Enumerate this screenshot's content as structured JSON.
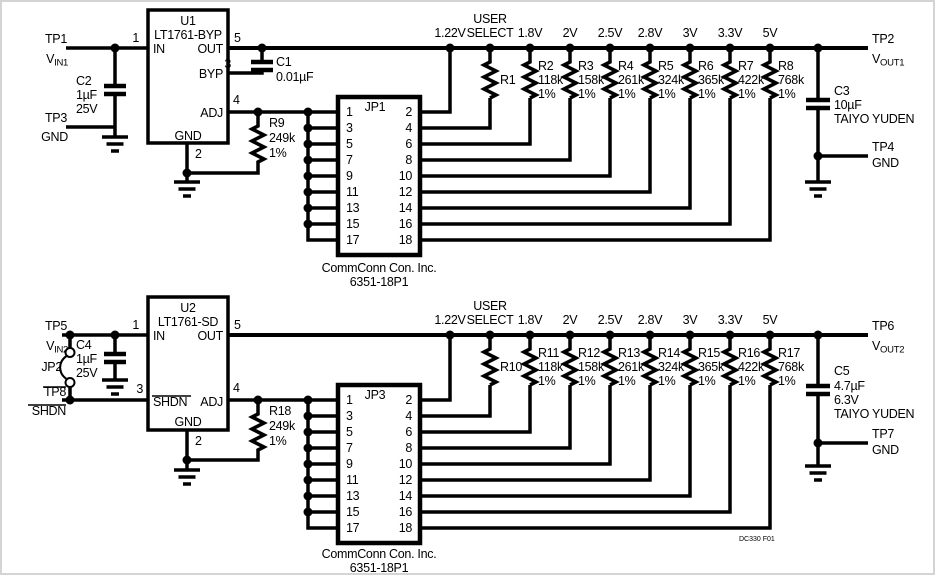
{
  "rails": {
    "user": "USER",
    "labels": [
      "1.22V",
      "SELECT",
      "1.8V",
      "2V",
      "2.5V",
      "2.8V",
      "3V",
      "3.3V",
      "5V"
    ]
  },
  "vendor": {
    "line1": "CommConn Con. Inc.",
    "line2": "6351-18P1"
  },
  "footer": {
    "code": "DC330 F01"
  },
  "c1": {
    "tp_in": {
      "name": "TP1",
      "v": "V",
      "v_sub": "IN1"
    },
    "tp_in_gnd": {
      "name": "TP3",
      "label": "GND"
    },
    "cap_in": {
      "ref": "C2",
      "value": "1µF",
      "rating": "25V"
    },
    "reg": {
      "ref": "U1",
      "part": "LT1761-BYP",
      "pin_in": "IN",
      "pin_out": "OUT",
      "pin_byp": "BYP",
      "pin_adj": "ADJ",
      "pin_gnd": "GND",
      "n_in": "1",
      "n_out": "5",
      "n_byp": "3",
      "n_adj": "4",
      "n_gnd": "2"
    },
    "cap_byp": {
      "ref": "C1",
      "value": "0.01µF"
    },
    "r_adj": {
      "ref": "R9",
      "value": "249k",
      "tol": "1%"
    },
    "conn": {
      "ref": "JP1",
      "left": [
        "1",
        "3",
        "5",
        "7",
        "9",
        "11",
        "13",
        "15",
        "17"
      ],
      "right": [
        "2",
        "4",
        "6",
        "8",
        "10",
        "12",
        "14",
        "16",
        "18"
      ]
    },
    "ladder": [
      {
        "ref": "R1"
      },
      {
        "ref": "R2",
        "value": "118k",
        "tol": "1%"
      },
      {
        "ref": "R3",
        "value": "158k",
        "tol": "1%"
      },
      {
        "ref": "R4",
        "value": "261k",
        "tol": "1%"
      },
      {
        "ref": "R5",
        "value": "324k",
        "tol": "1%"
      },
      {
        "ref": "R6",
        "value": "365k",
        "tol": "1%"
      },
      {
        "ref": "R7",
        "value": "422k",
        "tol": "1%"
      },
      {
        "ref": "R8",
        "value": "768k",
        "tol": "1%"
      }
    ],
    "cap_out": {
      "ref": "C3",
      "value": "10µF",
      "mfr": "TAIYO YUDEN"
    },
    "tp_out": {
      "name": "TP2",
      "v": "V",
      "v_sub": "OUT1"
    },
    "tp_out_gnd": {
      "name": "TP4",
      "label": "GND"
    }
  },
  "c2": {
    "tp_in": {
      "name": "TP5",
      "v": "V",
      "v_sub": "IN2"
    },
    "jumper": {
      "ref": "JP2"
    },
    "tp_shdn": {
      "name": "TP8",
      "label": "SHDN"
    },
    "cap_in": {
      "ref": "C4",
      "value": "1µF",
      "rating": "25V"
    },
    "reg": {
      "ref": "U2",
      "part": "LT1761-SD",
      "pin_in": "IN",
      "pin_out": "OUT",
      "pin_shdn": "SHDN",
      "pin_adj": "ADJ",
      "pin_gnd": "GND",
      "n_in": "1",
      "n_out": "5",
      "n_shdn": "3",
      "n_adj": "4",
      "n_gnd": "2"
    },
    "r_adj": {
      "ref": "R18",
      "value": "249k",
      "tol": "1%"
    },
    "conn": {
      "ref": "JP3",
      "left": [
        "1",
        "3",
        "5",
        "7",
        "9",
        "11",
        "13",
        "15",
        "17"
      ],
      "right": [
        "2",
        "4",
        "6",
        "8",
        "10",
        "12",
        "14",
        "16",
        "18"
      ]
    },
    "ladder": [
      {
        "ref": "R10"
      },
      {
        "ref": "R11",
        "value": "118k",
        "tol": "1%"
      },
      {
        "ref": "R12",
        "value": "158k",
        "tol": "1%"
      },
      {
        "ref": "R13",
        "value": "261k",
        "tol": "1%"
      },
      {
        "ref": "R14",
        "value": "324k",
        "tol": "1%"
      },
      {
        "ref": "R15",
        "value": "365k",
        "tol": "1%"
      },
      {
        "ref": "R16",
        "value": "422k",
        "tol": "1%"
      },
      {
        "ref": "R17",
        "value": "768k",
        "tol": "1%"
      }
    ],
    "cap_out": {
      "ref": "C5",
      "value": "4.7µF",
      "rating": "6.3V",
      "mfr": "TAIYO YUDEN"
    },
    "tp_out": {
      "name": "TP6",
      "v": "V",
      "v_sub": "OUT2"
    },
    "tp_out_gnd": {
      "name": "TP7",
      "label": "GND"
    }
  }
}
